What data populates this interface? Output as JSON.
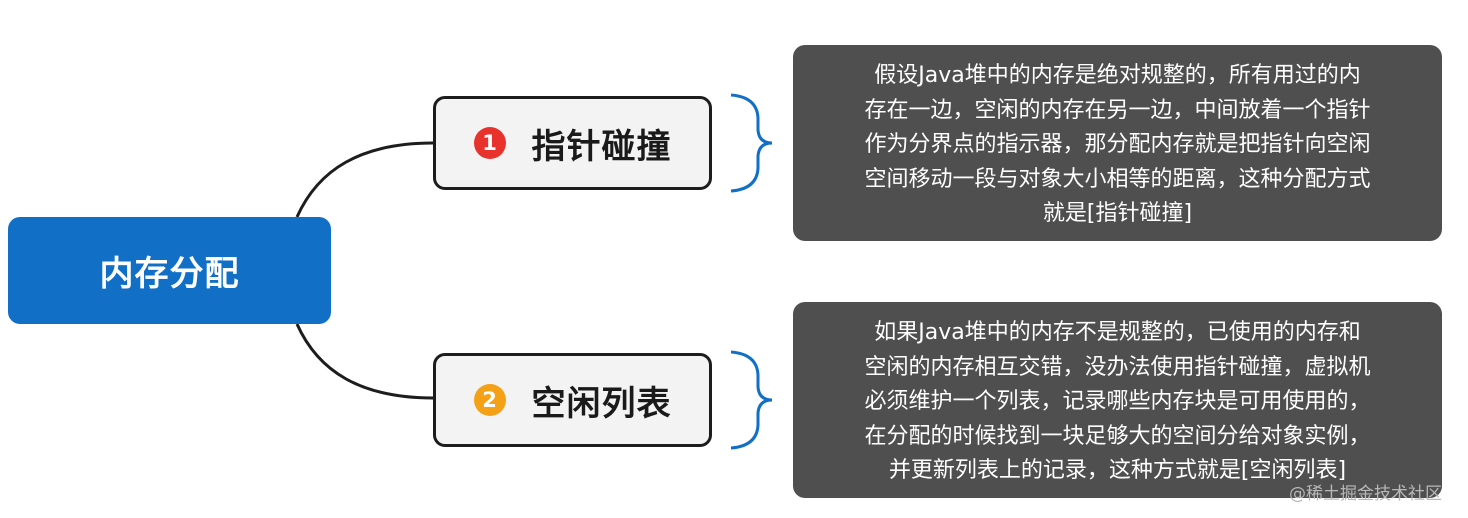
{
  "root": {
    "label": "内存分配"
  },
  "branches": [
    {
      "number": "1",
      "label": "指针碰撞",
      "badge_color": "#e8332d",
      "description": [
        "假设Java堆中的内存是绝对规整的，所有用过的内",
        "存在一边，空闲的内存在另一边，中间放着一个指针",
        "作为分界点的指示器，那分配内存就是把指针向空闲",
        "空间移动一段与对象大小相等的距离，这种分配方式",
        "就是[指针碰撞]"
      ]
    },
    {
      "number": "2",
      "label": "空闲列表",
      "badge_color": "#f4a118",
      "description": [
        "如果Java堆中的内存不是规整的，已使用的内存和",
        "空闲的内存相互交错，没办法使用指针碰撞，虚拟机",
        "必须维护一个列表，记录哪些内存块是可用使用的，",
        "在分配的时候找到一块足够大的空间分给对象实例，",
        "并更新列表上的记录，这种方式就是[空闲列表]"
      ]
    }
  ],
  "watermark": "@稀土掘金技术社区",
  "colors": {
    "root_fill": "#1170c6",
    "note_fill": "#4f4f4f",
    "bracket": "#1170c6",
    "connector": "#1d1d1d"
  }
}
